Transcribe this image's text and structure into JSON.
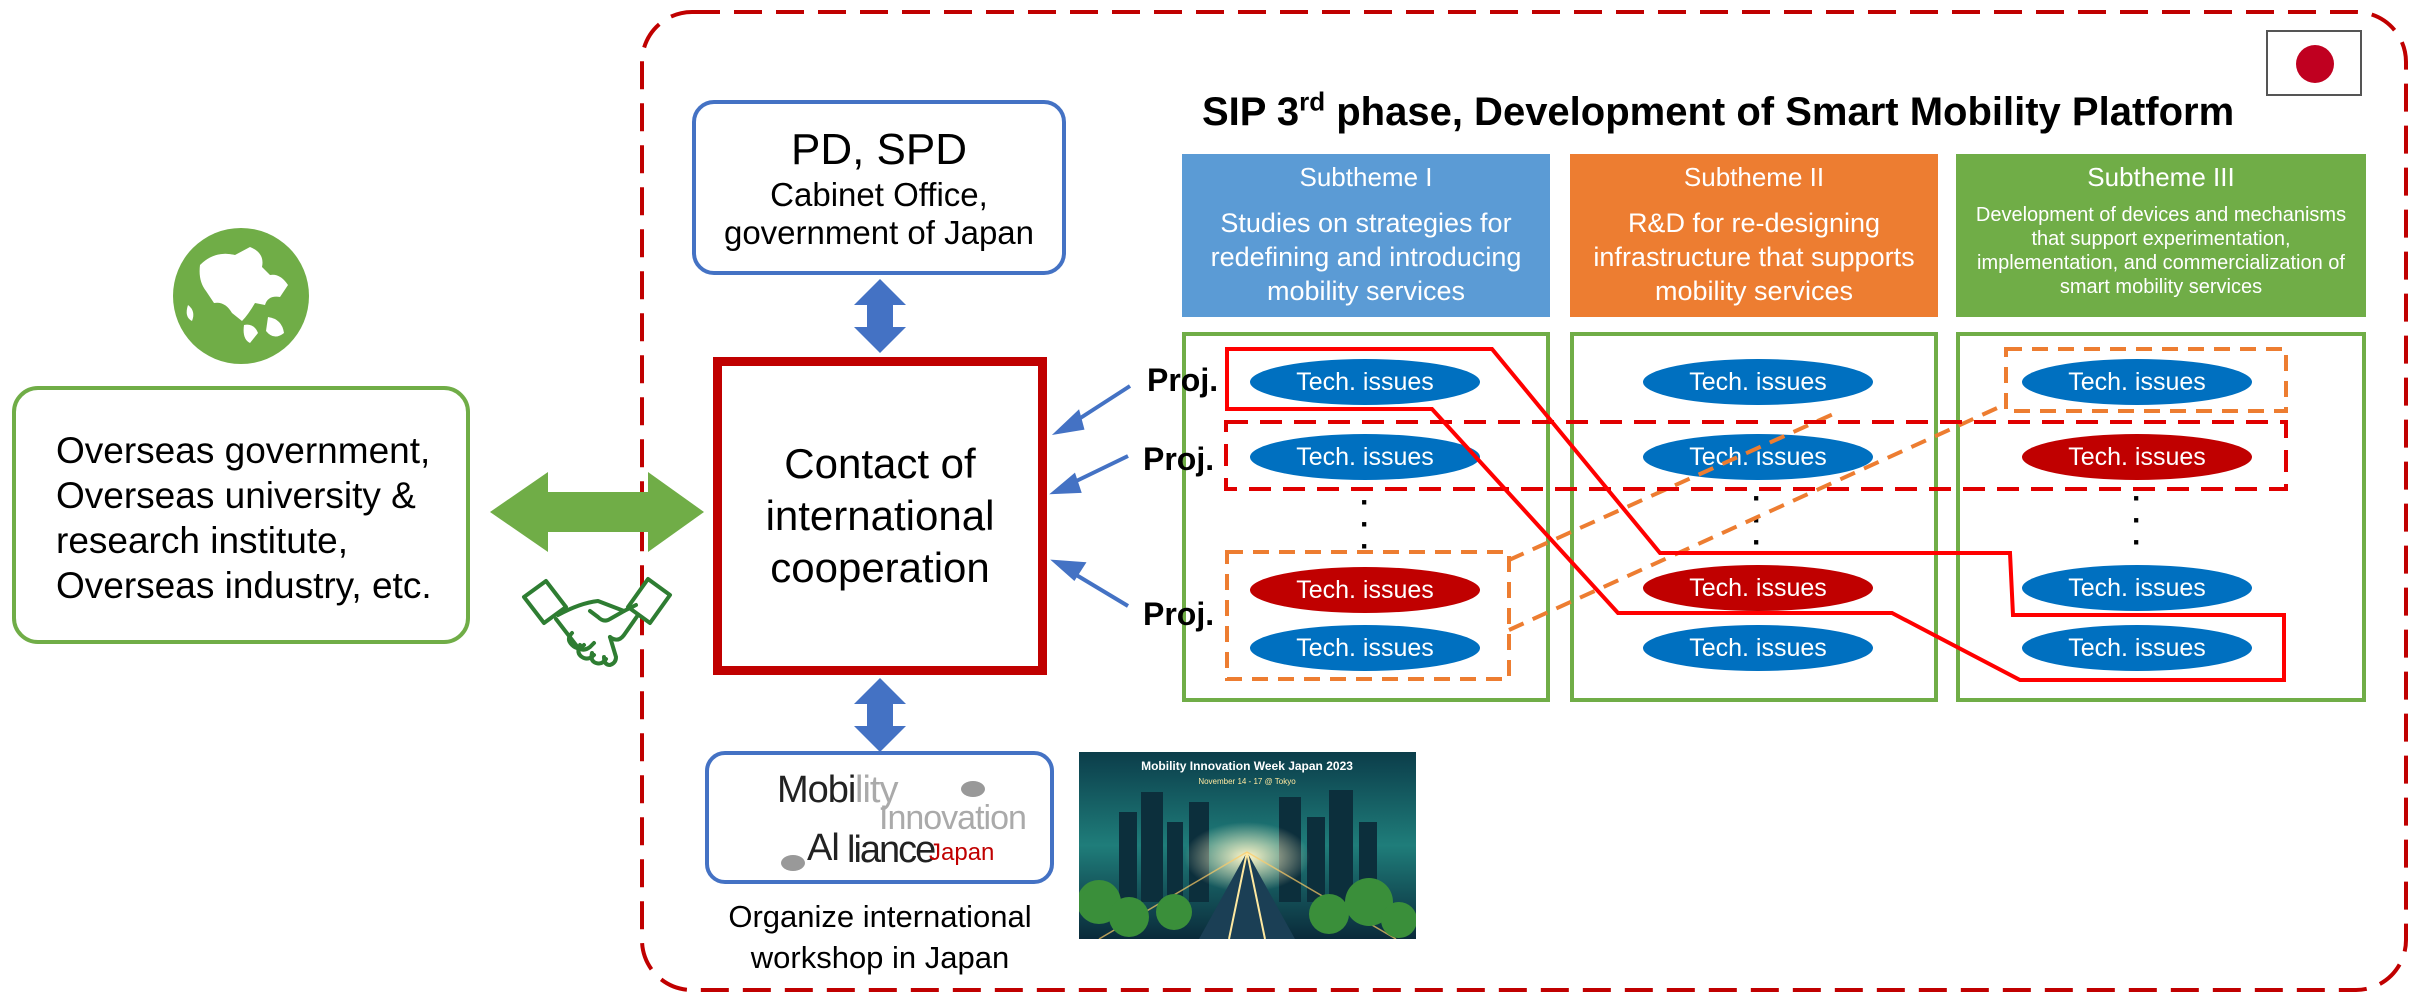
{
  "title_main": "SIP 3",
  "title_sup": "rd",
  "title_rest": " phase, Development of Smart Mobility Platform",
  "overseas": {
    "lines": [
      "Overseas government,",
      "Overseas university &",
      "research institute,",
      "Overseas industry, etc."
    ]
  },
  "pd_box": {
    "title": "PD, SPD",
    "line1": "Cabinet Office,",
    "line2": "government of Japan"
  },
  "contact_box": {
    "line1": "Contact of",
    "line2": "international",
    "line3": "cooperation"
  },
  "subthemes": [
    {
      "title": "Subtheme I",
      "desc": "Studies on strategies for redefining and introducing mobility services",
      "color": "#5b9bd5"
    },
    {
      "title": "Subtheme II",
      "desc": "R&D for re-designing infrastructure that supports mobility services",
      "color": "#ed7d31"
    },
    {
      "title": "Subtheme III",
      "desc": "Development of devices and mechanisms that support experimentation, implementation, and commercialization of smart mobility services",
      "color": "#70ad47"
    }
  ],
  "proj_label": "Proj.",
  "tech_label": "Tech. issues",
  "mia_logo": {
    "mob": "Mobi",
    "lity": "lity",
    "innovation": "Innovation",
    "al": "Al",
    "liance": "liance",
    "japan": "Japan"
  },
  "workshop": {
    "line1": "Organize international",
    "line2": "workshop in Japan"
  },
  "event_image": {
    "title": "Mobility Innovation Week Japan 2023",
    "subtitle": "November 14 - 17 @ Tokyo"
  },
  "colors": {
    "red_frame": "#c00000",
    "blue_box": "#4472c4",
    "green_box": "#70ad47",
    "orange": "#ed7d31",
    "ellipse_blue": "#0070c0",
    "ellipse_red": "#c00000"
  },
  "icons": {
    "globe": "globe-icon",
    "handshake": "handshake-icon",
    "flag": "japan-flag-icon"
  }
}
